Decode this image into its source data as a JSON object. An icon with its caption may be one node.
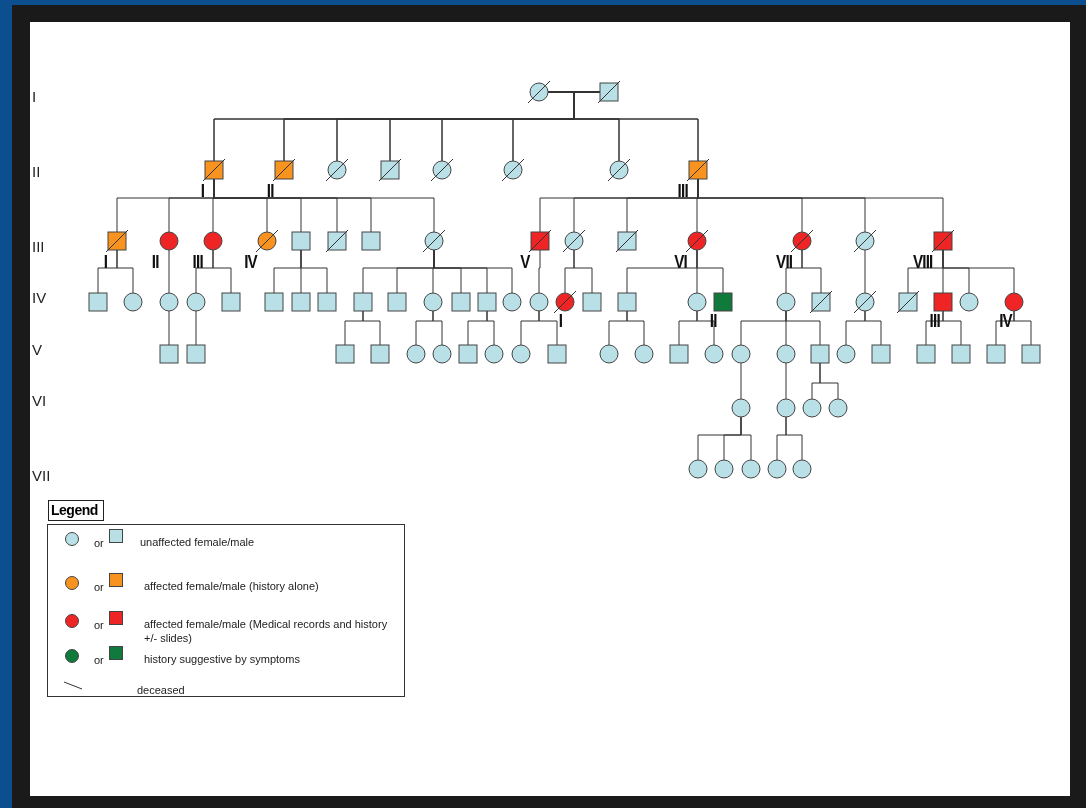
{
  "diagram": {
    "nodes": [
      {
        "text": [],
        "shape": "circle"
      },
      {
        "text": [],
        "shape": "box"
      },
      {
        "text": [],
        "shape": "box",
        "beside": [
          "I"
        ]
      },
      {
        "text": [],
        "shape": "box",
        "beside": [
          "II"
        ]
      },
      {
        "text": [],
        "shape": "circle"
      },
      {
        "text": [],
        "shape": "box"
      },
      {
        "text": [],
        "shape": "circle"
      },
      {
        "text": [],
        "shape": "circle"
      },
      {
        "text": [],
        "shape": "circle"
      },
      {
        "text": [],
        "shape": "box",
        "beside": [
          "III"
        ]
      },
      {
        "text": [],
        "shape": "box",
        "beside": [
          "I"
        ]
      },
      {
        "text": [],
        "shape": "circle",
        "beside": [
          "II"
        ]
      },
      {
        "text": [],
        "shape": "circle",
        "beside": [
          "III"
        ]
      },
      {
        "text": [],
        "shape": "circle",
        "beside": [
          "IV"
        ]
      },
      {
        "text": [],
        "shape": "box"
      },
      {
        "text": [],
        "shape": "box"
      },
      {
        "text": [],
        "shape": "box"
      },
      {
        "text": [],
        "shape": "circle"
      },
      {
        "text": [],
        "shape": "box",
        "beside": [
          "V"
        ]
      },
      {
        "text": [],
        "shape": "circle"
      },
      {
        "text": [],
        "shape": "box"
      },
      {
        "text": [],
        "shape": "circle",
        "beside": [
          "VI"
        ]
      },
      {
        "text": [],
        "shape": "circle",
        "beside": [
          "VII"
        ]
      },
      {
        "text": [],
        "shape": "circle"
      },
      {
        "text": [],
        "shape": "box",
        "beside": [
          "VIII"
        ]
      },
      {
        "text": [],
        "shape": "box"
      },
      {
        "text": [],
        "shape": "circle"
      },
      {
        "text": [],
        "shape": "circle"
      },
      {
        "text": [],
        "shape": "circle"
      },
      {
        "text": [],
        "shape": "box"
      },
      {
        "text": [],
        "shape": "box"
      },
      {
        "text": [],
        "shape": "box"
      },
      {
        "text": [],
        "shape": "box"
      },
      {
        "text": [],
        "shape": "box"
      },
      {
        "text": [],
        "shape": "box"
      },
      {
        "text": [],
        "shape": "circle"
      },
      {
        "text": [],
        "shape": "box"
      },
      {
        "text": [],
        "shape": "box"
      },
      {
        "text": [],
        "shape": "circle"
      },
      {
        "text": [],
        "shape": "circle"
      },
      {
        "text": [],
        "shape": "circle",
        "beside": [
          "I"
        ]
      },
      {
        "text": [],
        "shape": "box"
      },
      {
        "text": [],
        "shape": "box"
      },
      {
        "text": [],
        "shape": "circle"
      },
      {
        "text": [],
        "shape": "box",
        "beside": [
          "II"
        ]
      },
      {
        "text": [],
        "shape": "circle"
      },
      {
        "text": [],
        "shape": "box"
      },
      {
        "text": [],
        "shape": "circle"
      },
      {
        "text": [],
        "shape": "box"
      },
      {
        "text": [],
        "shape": "box",
        "beside": [
          "III"
        ]
      },
      {
        "text": [],
        "shape": "circle"
      },
      {
        "text": [],
        "shape": "circle",
        "beside": [
          "IV"
        ]
      },
      {
        "text": [],
        "shape": "box"
      },
      {
        "text": [],
        "shape": "box"
      },
      {
        "text": [],
        "shape": "box"
      },
      {
        "text": [],
        "shape": "box"
      },
      {
        "text": [],
        "shape": "circle"
      },
      {
        "text": [],
        "shape": "circle"
      },
      {
        "text": [],
        "shape": "box"
      },
      {
        "text": [],
        "shape": "circle"
      },
      {
        "text": [],
        "shape": "circle"
      },
      {
        "text": [],
        "shape": "box"
      },
      {
        "text": [],
        "shape": "circle"
      },
      {
        "text": [],
        "shape": "circle"
      },
      {
        "text": [],
        "shape": "box"
      },
      {
        "text": [],
        "shape": "circle"
      },
      {
        "text": [],
        "shape": "circle"
      },
      {
        "text": [],
        "shape": "circle"
      },
      {
        "text": [],
        "shape": "box"
      },
      {
        "text": [],
        "shape": "circle"
      },
      {
        "text": [],
        "shape": "box"
      },
      {
        "text": [],
        "shape": "box"
      },
      {
        "text": [],
        "shape": "box"
      },
      {
        "text": [],
        "shape": "box"
      },
      {
        "text": [],
        "shape": "box"
      },
      {
        "text": [],
        "shape": "circle"
      },
      {
        "text": [],
        "shape": "circle"
      },
      {
        "text": [],
        "shape": "circle"
      },
      {
        "text": [],
        "shape": "circle"
      },
      {
        "text": [],
        "shape": "circle"
      },
      {
        "text": [],
        "shape": "circle"
      },
      {
        "text": [],
        "shape": "circle"
      },
      {
        "text": [],
        "shape": "circle"
      },
      {
        "text": [],
        "shape": "circle"
      }
    ],
    "edges": [
      {
        "from": 0,
        "to": 1,
        "arrow": "none"
      },
      {
        "from": 0,
        "to": 2,
        "arrow": "none"
      },
      {
        "from": 0,
        "to": 3,
        "arrow": "none"
      },
      {
        "from": 0,
        "to": 4,
        "arrow": "none"
      },
      {
        "from": 0,
        "to": 5,
        "arrow": "none"
      },
      {
        "from": 0,
        "to": 6,
        "arrow": "none"
      },
      {
        "from": 0,
        "to": 7,
        "arrow": "none"
      },
      {
        "from": 0,
        "to": 8,
        "arrow": "none"
      },
      {
        "from": 0,
        "to": 9,
        "arrow": "none"
      },
      {
        "from": 1,
        "to": 2,
        "arrow": "none"
      },
      {
        "from": 1,
        "to": 3,
        "arrow": "none"
      },
      {
        "from": 1,
        "to": 4,
        "arrow": "none"
      },
      {
        "from": 1,
        "to": 5,
        "arrow": "none"
      },
      {
        "from": 1,
        "to": 6,
        "arrow": "none"
      },
      {
        "from": 1,
        "to": 7,
        "arrow": "none"
      },
      {
        "from": 1,
        "to": 8,
        "arrow": "none"
      },
      {
        "from": 1,
        "to": 9,
        "arrow": "none"
      },
      {
        "from": 2,
        "to": 10,
        "arrow": "none"
      },
      {
        "from": 2,
        "to": 11,
        "arrow": "none"
      },
      {
        "from": 2,
        "to": 12,
        "arrow": "none"
      },
      {
        "from": 2,
        "to": 13,
        "arrow": "none"
      },
      {
        "from": 2,
        "to": 14,
        "arrow": "none"
      },
      {
        "from": 2,
        "to": 15,
        "arrow": "none"
      },
      {
        "from": 2,
        "to": 16,
        "arrow": "none"
      },
      {
        "from": 2,
        "to": 17,
        "arrow": "none"
      },
      {
        "from": 9,
        "to": 18,
        "arrow": "none"
      },
      {
        "from": 9,
        "to": 19,
        "arrow": "none"
      },
      {
        "from": 9,
        "to": 20,
        "arrow": "none"
      },
      {
        "from": 9,
        "to": 21,
        "arrow": "none"
      },
      {
        "from": 9,
        "to": 22,
        "arrow": "none"
      },
      {
        "from": 9,
        "to": 23,
        "arrow": "none"
      },
      {
        "from": 9,
        "to": 24,
        "arrow": "none"
      },
      {
        "from": 10,
        "to": 25,
        "arrow": "none"
      },
      {
        "from": 10,
        "to": 26,
        "arrow": "none"
      },
      {
        "from": 11,
        "to": 27,
        "arrow": "none"
      },
      {
        "from": 12,
        "to": 28,
        "arrow": "none"
      },
      {
        "from": 12,
        "to": 29,
        "arrow": "none"
      },
      {
        "from": 14,
        "to": 30,
        "arrow": "none"
      },
      {
        "from": 14,
        "to": 31,
        "arrow": "none"
      },
      {
        "from": 14,
        "to": 32,
        "arrow": "none"
      },
      {
        "from": 17,
        "to": 33,
        "arrow": "none"
      },
      {
        "from": 17,
        "to": 34,
        "arrow": "none"
      },
      {
        "from": 17,
        "to": 35,
        "arrow": "none"
      },
      {
        "from": 17,
        "to": 36,
        "arrow": "none"
      },
      {
        "from": 17,
        "to": 37,
        "arrow": "none"
      },
      {
        "from": 17,
        "to": 38,
        "arrow": "none"
      },
      {
        "from": 18,
        "to": 39,
        "arrow": "none"
      },
      {
        "from": 19,
        "to": 40,
        "arrow": "none"
      },
      {
        "from": 19,
        "to": 41,
        "arrow": "none"
      },
      {
        "from": 21,
        "to": 42,
        "arrow": "none"
      },
      {
        "from": 21,
        "to": 43,
        "arrow": "none"
      },
      {
        "from": 21,
        "to": 44,
        "arrow": "none"
      },
      {
        "from": 22,
        "to": 45,
        "arrow": "none"
      },
      {
        "from": 22,
        "to": 46,
        "arrow": "none"
      },
      {
        "from": 23,
        "to": 47,
        "arrow": "none"
      },
      {
        "from": 24,
        "to": 48,
        "arrow": "none"
      },
      {
        "from": 24,
        "to": 49,
        "arrow": "none"
      },
      {
        "from": 24,
        "to": 50,
        "arrow": "none"
      },
      {
        "from": 24,
        "to": 51,
        "arrow": "none"
      },
      {
        "from": 27,
        "to": 52,
        "arrow": "none"
      },
      {
        "from": 28,
        "to": 53,
        "arrow": "none"
      },
      {
        "from": 33,
        "to": 54,
        "arrow": "none"
      },
      {
        "from": 33,
        "to": 55,
        "arrow": "none"
      },
      {
        "from": 35,
        "to": 56,
        "arrow": "none"
      },
      {
        "from": 35,
        "to": 57,
        "arrow": "none"
      },
      {
        "from": 37,
        "to": 58,
        "arrow": "none"
      },
      {
        "from": 37,
        "to": 59,
        "arrow": "none"
      },
      {
        "from": 39,
        "to": 60,
        "arrow": "none"
      },
      {
        "from": 39,
        "to": 61,
        "arrow": "none"
      },
      {
        "from": 42,
        "to": 62,
        "arrow": "none"
      },
      {
        "from": 42,
        "to": 63,
        "arrow": "none"
      },
      {
        "from": 43,
        "to": 64,
        "arrow": "none"
      },
      {
        "from": 43,
        "to": 65,
        "arrow": "none"
      },
      {
        "from": 45,
        "to": 66,
        "arrow": "none"
      },
      {
        "from": 45,
        "to": 67,
        "arrow": "none"
      },
      {
        "from": 45,
        "to": 68,
        "arrow": "none"
      },
      {
        "from": 47,
        "to": 69,
        "arrow": "none"
      },
      {
        "from": 47,
        "to": 70,
        "arrow": "none"
      },
      {
        "from": 49,
        "to": 71,
        "arrow": "none"
      },
      {
        "from": 49,
        "to": 72,
        "arrow": "none"
      },
      {
        "from": 51,
        "to": 73,
        "arrow": "none"
      },
      {
        "from": 51,
        "to": 74,
        "arrow": "none"
      },
      {
        "from": 66,
        "to": 75,
        "arrow": "none"
      },
      {
        "from": 67,
        "to": 76,
        "arrow": "none"
      },
      {
        "from": 68,
        "to": 77,
        "arrow": "none"
      },
      {
        "from": 68,
        "to": 78,
        "arrow": "none"
      },
      {
        "from": 75,
        "to": 79,
        "arrow": "none"
      },
      {
        "from": 75,
        "to": 80,
        "arrow": "none"
      },
      {
        "from": 75,
        "to": 81,
        "arrow": "none"
      },
      {
        "from": 76,
        "to": 82,
        "arrow": "none"
      },
      {
        "from": 76,
        "to": 83,
        "arrow": "none"
      }
    ],
    "labels": [
      "I",
      "II",
      "III",
      "IV",
      "V",
      "VI",
      "VII",
      "Legend",
      "or",
      "or",
      "or",
      "or"
    ],
    "legend": [
      {
        "text": "unaffected female/male",
        "color": "#b9e0e6"
      },
      {
        "text": "affected female/male (history alone)",
        "color": "#f7931e"
      },
      {
        "text": "affected female/male (Medical records and history +/- slides)",
        "color": "#ee2524"
      },
      {
        "text": "history suggestive by symptoms",
        "color": "#0f7a3c"
      },
      {
        "text": "deceased"
      }
    ]
  }
}
